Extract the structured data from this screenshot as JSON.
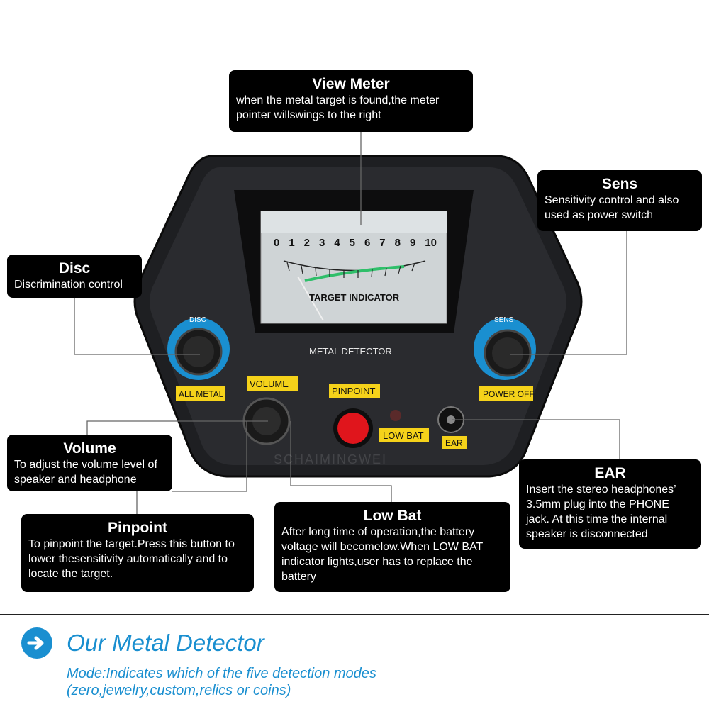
{
  "callouts": {
    "view_meter": {
      "title": "View Meter",
      "desc": "when the metal target is found,the meter pointer willswings to the right"
    },
    "sens": {
      "title": "Sens",
      "desc": "Sensitivity control and also used as power switch"
    },
    "disc": {
      "title": "Disc",
      "desc": "Discrimination control"
    },
    "volume": {
      "title": "Volume",
      "desc": "To adjust the volume level of speaker and headphone"
    },
    "ear": {
      "title": "EAR",
      "desc": "Insert the stereo headphones’ 3.5mm plug into the PHONE jack. At this time the internal speaker is disconnected"
    },
    "pinpoint": {
      "title": "Pinpoint",
      "desc": "To pinpoint the target.Press this button to lower thesensitivity automatically and to locate the target."
    },
    "low_bat": {
      "title": "Low Bat",
      "desc": "After long time of operation,the battery voltage will becomelow.When LOW BAT indicator lights,user has to replace the battery"
    }
  },
  "device": {
    "meter_scale": [
      "0",
      "1",
      "2",
      "3",
      "4",
      "5",
      "6",
      "7",
      "8",
      "9",
      "10"
    ],
    "meter_label": "TARGET INDICATOR",
    "panel_label": "METAL DETECTOR",
    "disc_knob_label": "DISC",
    "sens_knob_label": "SENS",
    "all_metal_label": "ALL METAL",
    "power_off_label": "POWER OFF",
    "volume_label": "VOLUME",
    "pinpoint_label": "PINPOINT",
    "low_bat_label": "LOW BAT",
    "ear_label": "EAR",
    "watermark": "SCHAIMINGWEI"
  },
  "bottom": {
    "title": "Our Metal Detector",
    "desc": "Mode:Indicates which of the five detection modes (zero,jewelry,custom,relics or coins)"
  },
  "colors": {
    "accent_blue": "#1a8fd0",
    "label_yellow": "#f5d21a",
    "pinpoint_red": "#e0151c",
    "meter_green": "#2fbf6a"
  }
}
